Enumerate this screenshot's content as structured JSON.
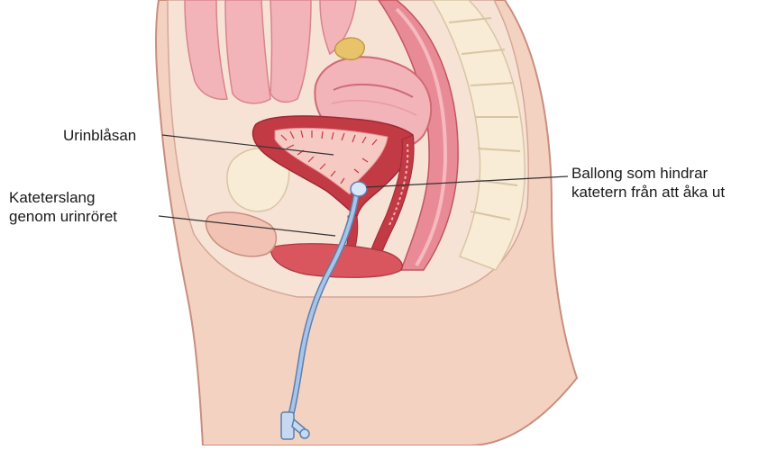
{
  "labels": {
    "bladder": "Urinblåsan",
    "catheter_tube": {
      "line1": "Kateterslang",
      "line2": "genom urinröret"
    },
    "balloon": {
      "line1": "Ballong som hindrar",
      "line2": "katetern från att åka ut"
    }
  },
  "colors": {
    "skin": "#f4d2c2",
    "skin_outline": "#c98e7c",
    "tissue_light": "#f7e2d6",
    "intestine": "#f2b3b9",
    "intestine_outline": "#d9848d",
    "bladder_wall": "#c23a43",
    "bladder_inner": "#f6c9c3",
    "bone": "#f8ecd6",
    "bone_outline": "#d8c5a3",
    "catheter": "#a9c4e6",
    "catheter_outline": "#5b7fae",
    "leader_line": "#333333"
  }
}
